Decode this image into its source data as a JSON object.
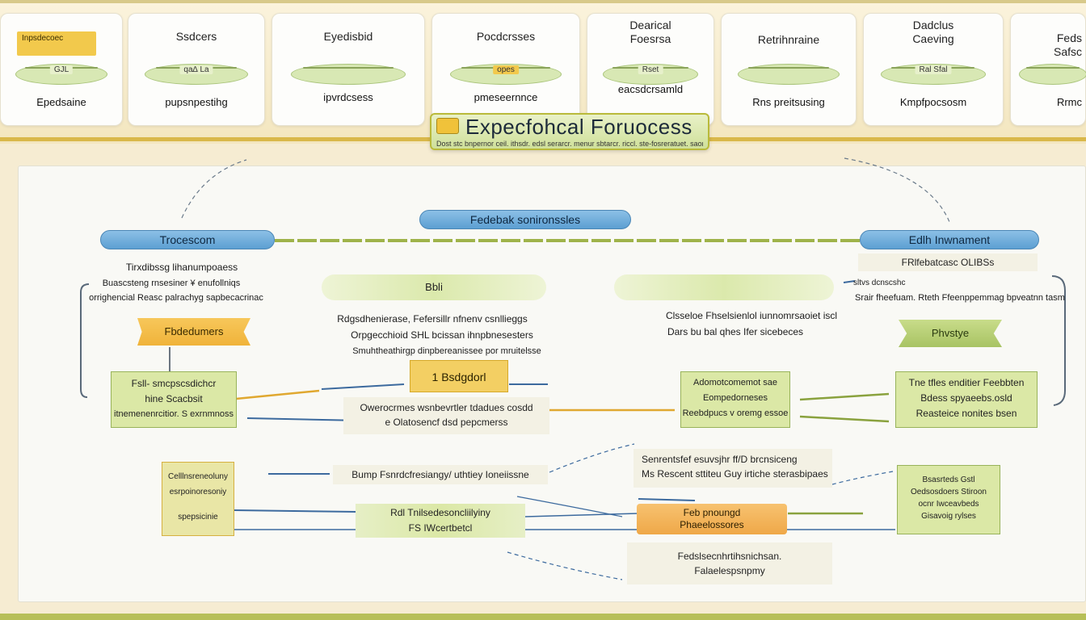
{
  "title": {
    "main": "Expecfohcal Foruocess",
    "subtitle": "Dost stc bnpernor ceil. ithsdr. edsl serarcr. menur sbtarcr. riccl. ste-fosreratuet. saomc"
  },
  "top_cards": [
    {
      "tab": "Inpsdecoec",
      "chip": "GJL",
      "sub": "Epedsaine"
    },
    {
      "title": "Ssdcers",
      "chip": "qa∆ La",
      "sub": "pupsnpestihg"
    },
    {
      "title": "Eyedisbid",
      "chip": "",
      "sub": "ipvrdcsess"
    },
    {
      "title": "Pocdcrsses",
      "chip": "opes",
      "sub": "pmeseernnce"
    },
    {
      "title": "Dearical\nFoesrsa",
      "chip": "Rset",
      "sub": "eacsdcrsamld"
    },
    {
      "title": "Retrihnraine",
      "chip": "",
      "sub": "Rns preitsusing"
    },
    {
      "title": "Dadclus\nCaeving",
      "chip": "Ral Sfal",
      "sub": "Kmpfpocsosm"
    },
    {
      "title": "Feds\nSafsc",
      "chip": "",
      "sub": "Rrmc"
    }
  ],
  "diagram": {
    "center_header": "Fedebak sonironssles",
    "left_header": "Trocescom",
    "right_header": "Edlh Inwnament",
    "right_subheader": "FRlfebatcasc OLIBSs",
    "left_notes": [
      "Tirxdibssg lihanumpoaess",
      "Buascsteng rnsesiner ¥ enufollniqs",
      "orrighencial Reasc palrachyg sapbecacrinac"
    ],
    "right_notes": [
      "sltvs dcnscshc",
      "Srair fheefuam. Rteth Ffeenppemmag bpveatnn tasm"
    ],
    "left_tag": "Fbdedumers",
    "right_tag": "Phvstye",
    "center_left_bar": "Bbli",
    "center_right_bar": "",
    "center_left_text": [
      "Rdgsdhenierase, Fefersillr nfnenv csnllieggs",
      "Orpgecchioid SHL bcissan ihnpbnesesters",
      "Smuhtheathirgp dinpbereanissee por mruitelsse"
    ],
    "center_right_text": [
      "Clsseloe Fhselsienlol iunnomrsaoiet iscl",
      "Dars bu bal qhes Ifer sicebeces"
    ],
    "center_badge": "1 Bsdgdorl",
    "center_box": [
      "Owerocrmes wsnbevrtler tdadues cosdd",
      "e Olatosencf dsd pepcmerss"
    ],
    "left_box": [
      "Fsll- smcpscsdichcr",
      "hine Scacbsit",
      "itnemenenrcitior. S exrnmnoss"
    ],
    "mid_right_box": [
      "Adomotcomemot sae",
      "Eompedorneses",
      "Reebdpucs v oremg essoe"
    ],
    "right_box": [
      "Tne tfles enditier Feebbten",
      "Bdess spyaeebs.osld",
      "Reasteice nonites bsen"
    ],
    "lower_text": [
      "Senrentsfef esuvsjhr ff/D brcnsiceng",
      "Ms Rescent sttiteu Guy irtiche sterasbipaes"
    ],
    "lower_left_box": [
      "Celllnsreneoluny",
      "esrpoinoresoniy",
      "spepsicinie"
    ],
    "lower_center_text": "Bump Fsnrdcfresiangy/ uthtiey Ioneiissne",
    "lower_center_box": [
      "Rdl Tnilsedesoncliilyiny",
      "FS IWcertbetcl"
    ],
    "lower_orange": [
      "Feb pnoungd",
      "Phaeelossores"
    ],
    "lower_right_box": [
      "Bsasrteds Gstl",
      "Oedsosdoers Stiroon",
      "ocnr Iwceavbeds",
      "Gisavoig rylses"
    ],
    "bottom_box": [
      "Fedslsecnhrtihsnichsan.",
      "Falaelespsnpmy"
    ]
  },
  "colors": {
    "accent_blue": "#5c9fd2",
    "accent_green": "#b7bf58",
    "accent_orange": "#f0b33a",
    "accent_yellow": "#f2c94c"
  }
}
